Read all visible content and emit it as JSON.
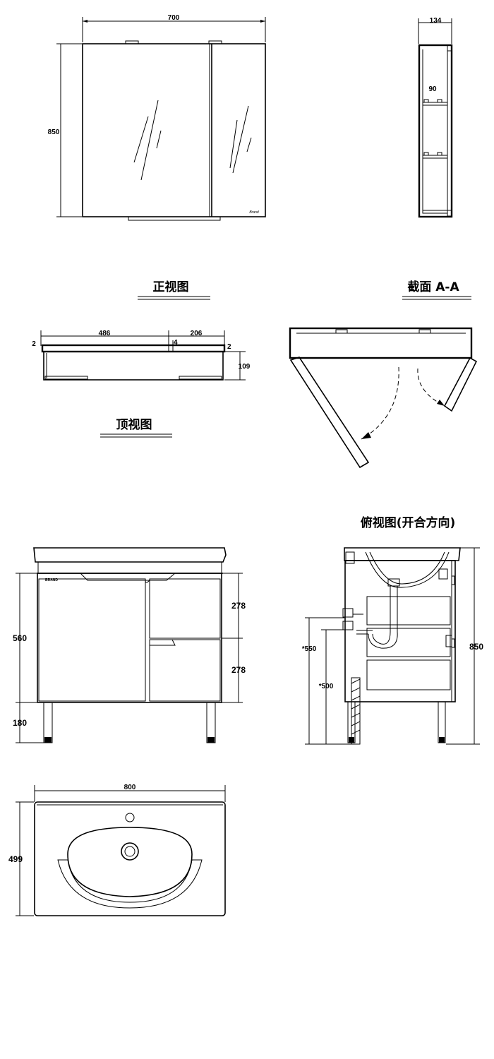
{
  "views": {
    "front_view": {
      "title": "正视图",
      "width_label": "700",
      "height_label": "850",
      "brand_label": "Brand"
    },
    "section_view": {
      "title": "截面 A-A",
      "depth_label": "134",
      "inner_label": "90"
    },
    "top_view": {
      "title": "顶视图",
      "left_width_label": "486",
      "right_width_label": "206",
      "edge_left_label": "2",
      "gap_label": "4",
      "edge_right_label": "2",
      "depth_label": "109"
    },
    "plan_view_open": {
      "title": "俯视图(开合方向)"
    },
    "vanity_front": {
      "height_label": "560",
      "leg_label": "180",
      "drawer_top_label": "278",
      "drawer_bottom_label": "278",
      "brand_label": "BRAND"
    },
    "vanity_side": {
      "inlet_label": "*550",
      "drain_label": "*500",
      "total_height_label": "850"
    },
    "basin_top": {
      "width_label": "800",
      "depth_label": "499"
    }
  }
}
